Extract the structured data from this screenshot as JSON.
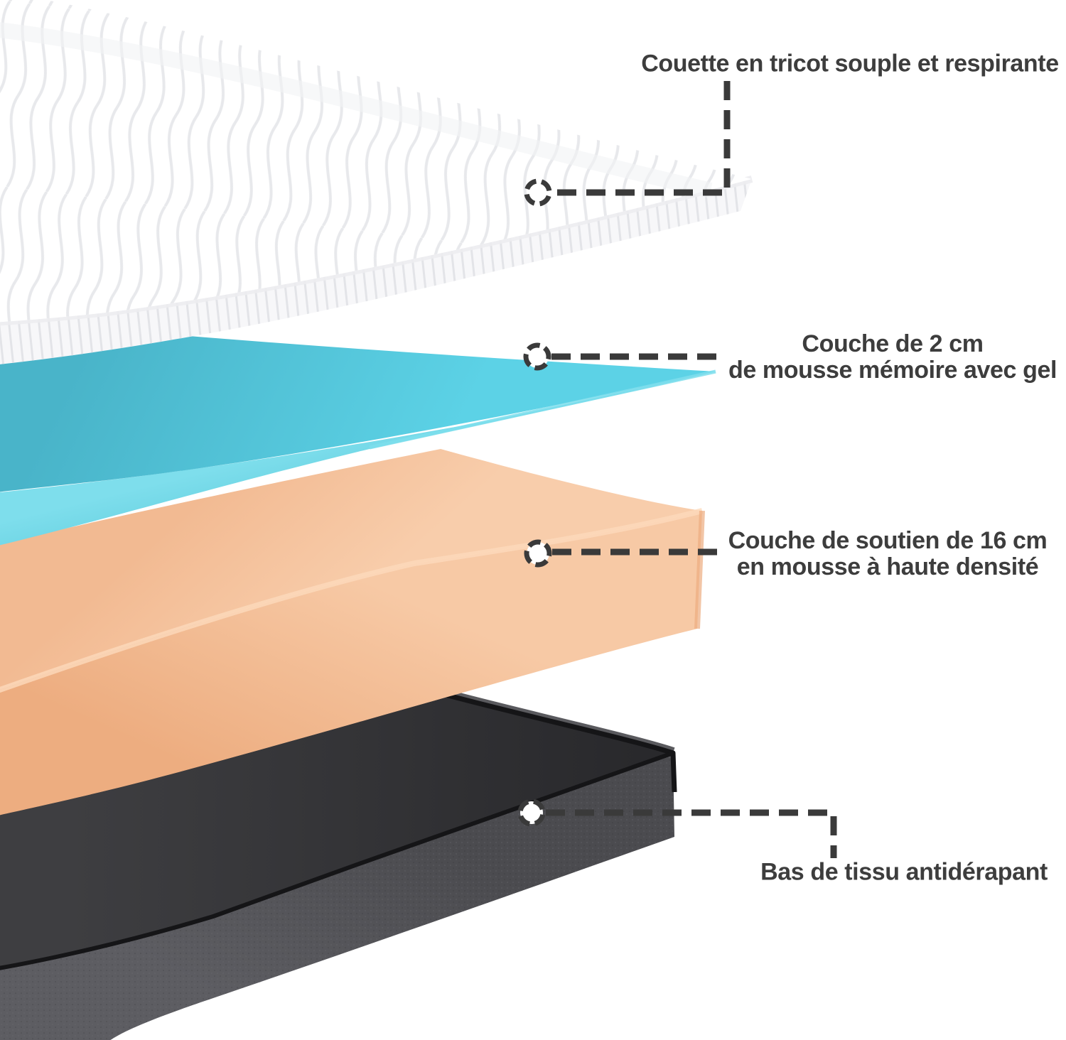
{
  "diagram": {
    "type": "exploded-mattress-layer-diagram",
    "background": "#ffffff",
    "colors": {
      "text": "#3d3d3d",
      "dash": "#3a3a3a",
      "white-top": "#ffffff",
      "white-wave": "#e8e9ec",
      "white-front": "#f7f7f9",
      "white-stria": "#e3e4e8",
      "white-crease": "#ececf0",
      "blue-top-a": "#49b4c9",
      "blue-top-b": "#5cd2e6",
      "blue-front-a": "#7edeec",
      "blue-front-b": "#58c8da",
      "orange-top-a": "#f2ba92",
      "orange-top-b": "#f8cdab",
      "orange-front-a": "#f7c9a5",
      "orange-front-b": "#edad80",
      "orange-edge": "#fcd9bb",
      "dark-top-a": "#3e3e41",
      "dark-top-b": "#29292c",
      "dark-front-a": "#4b4b4f",
      "dark-front-b": "#5d5d62",
      "dark-rim": "#5a5a5e",
      "piping": "#151517",
      "speck": "#6a6a70"
    },
    "layers": [
      {
        "id": "knit-cover",
        "color": "#ffffff",
        "label": {
          "lines": [
            "Couette en tricot souple et respirante"
          ]
        }
      },
      {
        "id": "gel-memory-foam",
        "color": "#53c7dc",
        "label": {
          "lines": [
            "Couche de 2 cm",
            "de mousse mémoire avec gel"
          ]
        }
      },
      {
        "id": "high-density-support-foam",
        "color": "#f4bf9b",
        "label": {
          "lines": [
            "Couche de soutien de 16 cm",
            "en mousse à haute densité"
          ]
        }
      },
      {
        "id": "non-slip-fabric-bottom",
        "color": "#454548",
        "label": {
          "lines": [
            "Bas de tissu antidérapant"
          ]
        }
      }
    ]
  }
}
